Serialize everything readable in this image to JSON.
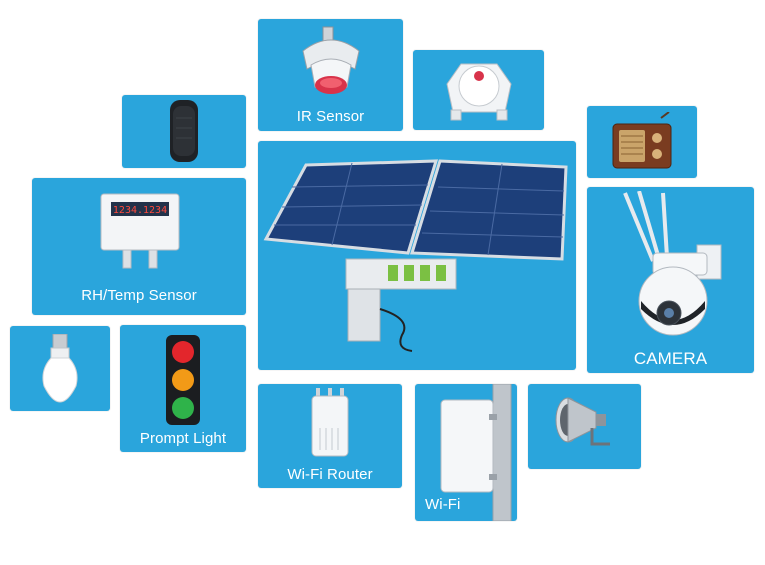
{
  "tiles": {
    "ir_sensor": {
      "label": "IR Sensor",
      "icon": "ir-sensor-icon"
    },
    "smoke_detector": {
      "icon": "smoke-detector-icon"
    },
    "speaker": {
      "icon": "cylinder-speaker-icon"
    },
    "radio": {
      "icon": "radio-icon"
    },
    "rh_temp": {
      "label": "RH/Temp Sensor",
      "icon": "rh-temp-sensor-icon",
      "display_text": "1234.1234"
    },
    "solar": {
      "icon": "solar-power-kit-icon"
    },
    "camera": {
      "label": "CAMERA",
      "icon": "ptz-camera-icon"
    },
    "bulb": {
      "icon": "light-bulb-icon"
    },
    "prompt_light": {
      "label": "Prompt Light",
      "icon": "traffic-light-icon"
    },
    "wifi_router": {
      "label": "Wi-Fi Router",
      "icon": "wifi-router-icon"
    },
    "wifi": {
      "label": "Wi-Fi",
      "icon": "pole-wifi-icon"
    },
    "horn": {
      "icon": "horn-speaker-icon"
    }
  },
  "colors": {
    "tile": "#2aa5dc",
    "label": "#ffffff",
    "panel": "#1d3f7a"
  }
}
